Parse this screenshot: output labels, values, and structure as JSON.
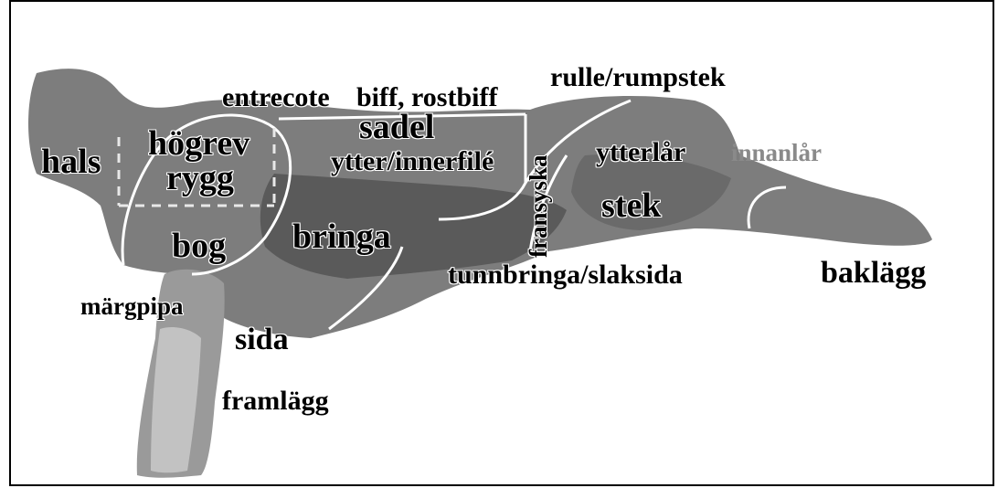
{
  "diagram": {
    "colors": {
      "carcass_dark": "#6f6f6f",
      "carcass_mid": "#8e8e8e",
      "carcass_light": "#bdbdbd",
      "cut_lines": "#ffffff",
      "innanlar_label": "#8a8a8a"
    },
    "labels": {
      "hals": "hals",
      "hogrev": "högrev",
      "rygg": "rygg",
      "entrecote": "entrecote",
      "biff_rostbiff": "biff, rostbiff",
      "sadel": "sadel",
      "ytter_innerfile": "ytter/innerfilé",
      "rulle_rumpstek": "rulle/rumpstek",
      "ytterlar": "ytterlår",
      "innanlar": "innanlår",
      "fransyska": "fransyska",
      "stek": "stek",
      "bog": "bog",
      "bringa": "bringa",
      "tunnbringa_slaksida": "tunnbringa/slaksida",
      "baklagg": "baklägg",
      "margpipa": "märgpipa",
      "sida": "sida",
      "framlagg": "framlägg"
    }
  }
}
